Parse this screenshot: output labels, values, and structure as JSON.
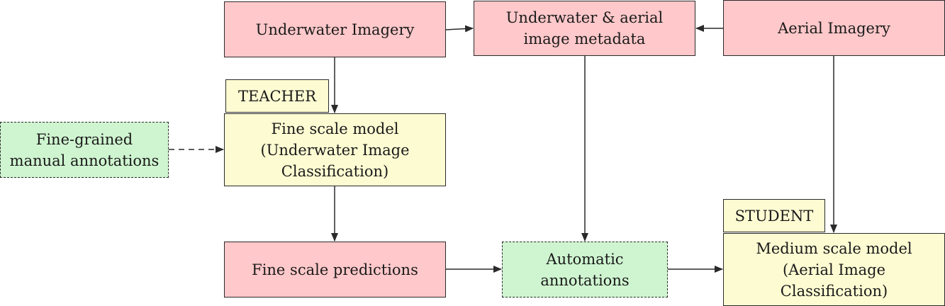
{
  "nodes": {
    "underwater_imagery": "Underwater Imagery",
    "metadata": "Underwater & aerial\nimage metadata",
    "aerial_imagery": "Aerial Imagery",
    "fine_scale_model": "Fine scale model\n(Underwater Image\nClassification)",
    "manual_annotations": "Fine-grained\nmanual annotations",
    "fine_scale_predictions": "Fine scale predictions",
    "automatic_annotations": "Automatic\nannotations",
    "medium_scale_model": "Medium scale model\n(Aerial Image\nClassification)"
  },
  "tags": {
    "teacher": "TEACHER",
    "student": "STUDENT"
  },
  "edges": [
    {
      "from": "underwater_imagery",
      "to": "metadata",
      "style": "solid"
    },
    {
      "from": "aerial_imagery",
      "to": "metadata",
      "style": "solid"
    },
    {
      "from": "underwater_imagery",
      "to": "fine_scale_model",
      "style": "solid"
    },
    {
      "from": "manual_annotations",
      "to": "fine_scale_model",
      "style": "dashed"
    },
    {
      "from": "fine_scale_model",
      "to": "fine_scale_predictions",
      "style": "solid"
    },
    {
      "from": "fine_scale_predictions",
      "to": "automatic_annotations",
      "style": "solid"
    },
    {
      "from": "metadata",
      "to": "automatic_annotations",
      "style": "solid"
    },
    {
      "from": "automatic_annotations",
      "to": "medium_scale_model",
      "style": "solid"
    },
    {
      "from": "aerial_imagery",
      "to": "medium_scale_model",
      "style": "solid"
    }
  ],
  "colors": {
    "source_box": "#ffc8ca",
    "model_box": "#fdfbd2",
    "annotation_box": "#cff5d0",
    "stroke": "#2a2a2a"
  }
}
